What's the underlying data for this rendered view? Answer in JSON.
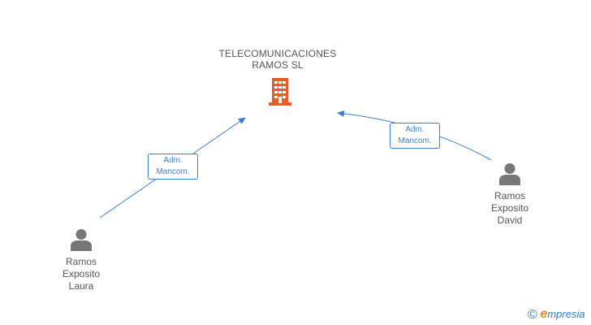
{
  "company": {
    "name_line1": "TELECOMUNICACIONES",
    "name_line2": "RAMOS SL",
    "icon": "building-icon",
    "color": "#f05a28"
  },
  "people": [
    {
      "id": "laura",
      "name_line1": "Ramos",
      "name_line2": "Exposito",
      "name_line3": "Laura",
      "icon": "person-icon"
    },
    {
      "id": "david",
      "name_line1": "Ramos",
      "name_line2": "Exposito",
      "name_line3": "David",
      "icon": "person-icon"
    }
  ],
  "relations": [
    {
      "from": "laura",
      "to": "company",
      "label_line1": "Adm.",
      "label_line2": "Mancom."
    },
    {
      "from": "david",
      "to": "company",
      "label_line1": "Adm.",
      "label_line2": "Mancom."
    }
  ],
  "colors": {
    "edge": "#3b7fd4",
    "person": "#777777",
    "text": "#555555"
  },
  "brand": {
    "copyright_symbol": "©",
    "e_letter": "e",
    "rest": "mpresia"
  }
}
